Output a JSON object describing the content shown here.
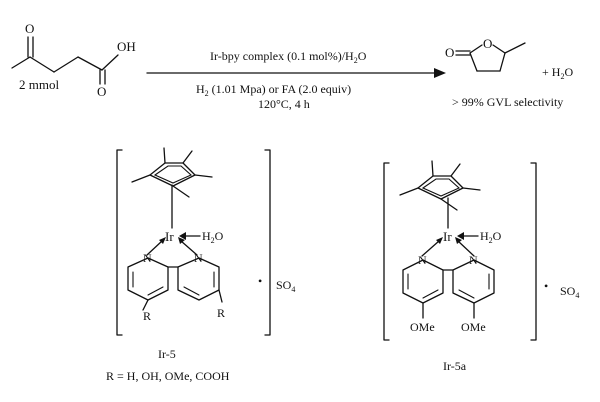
{
  "reaction": {
    "substrate_amount": "2 mmol",
    "reagent_line": "Ir-bpy complex (0.1 mol%)/H",
    "reagent_sub": "2",
    "reagent_tail": "O",
    "conditions_h": "H",
    "conditions_h_sub": "2",
    "conditions_rest": " (1.01 Mpa) or FA (2.0 equiv)",
    "temp_time": "120°C, 4 h",
    "byproduct": "+ H",
    "byproduct_sub": "2",
    "byproduct_tail": "O",
    "selectivity": "> 99% GVL selectivity"
  },
  "atoms": {
    "o": "O",
    "oh": "OH",
    "ir": "Ir",
    "n": "N",
    "r": "R",
    "ome": "OMe",
    "h": "H",
    "h_sub": "2",
    "h_tail": "O"
  },
  "complexes": {
    "left_label": "Ir-5",
    "right_label": "Ir-5a",
    "counter_ion": "SO",
    "counter_sub": "4",
    "dot": "•",
    "r_definition": "R = H, OH, OMe, COOH"
  }
}
